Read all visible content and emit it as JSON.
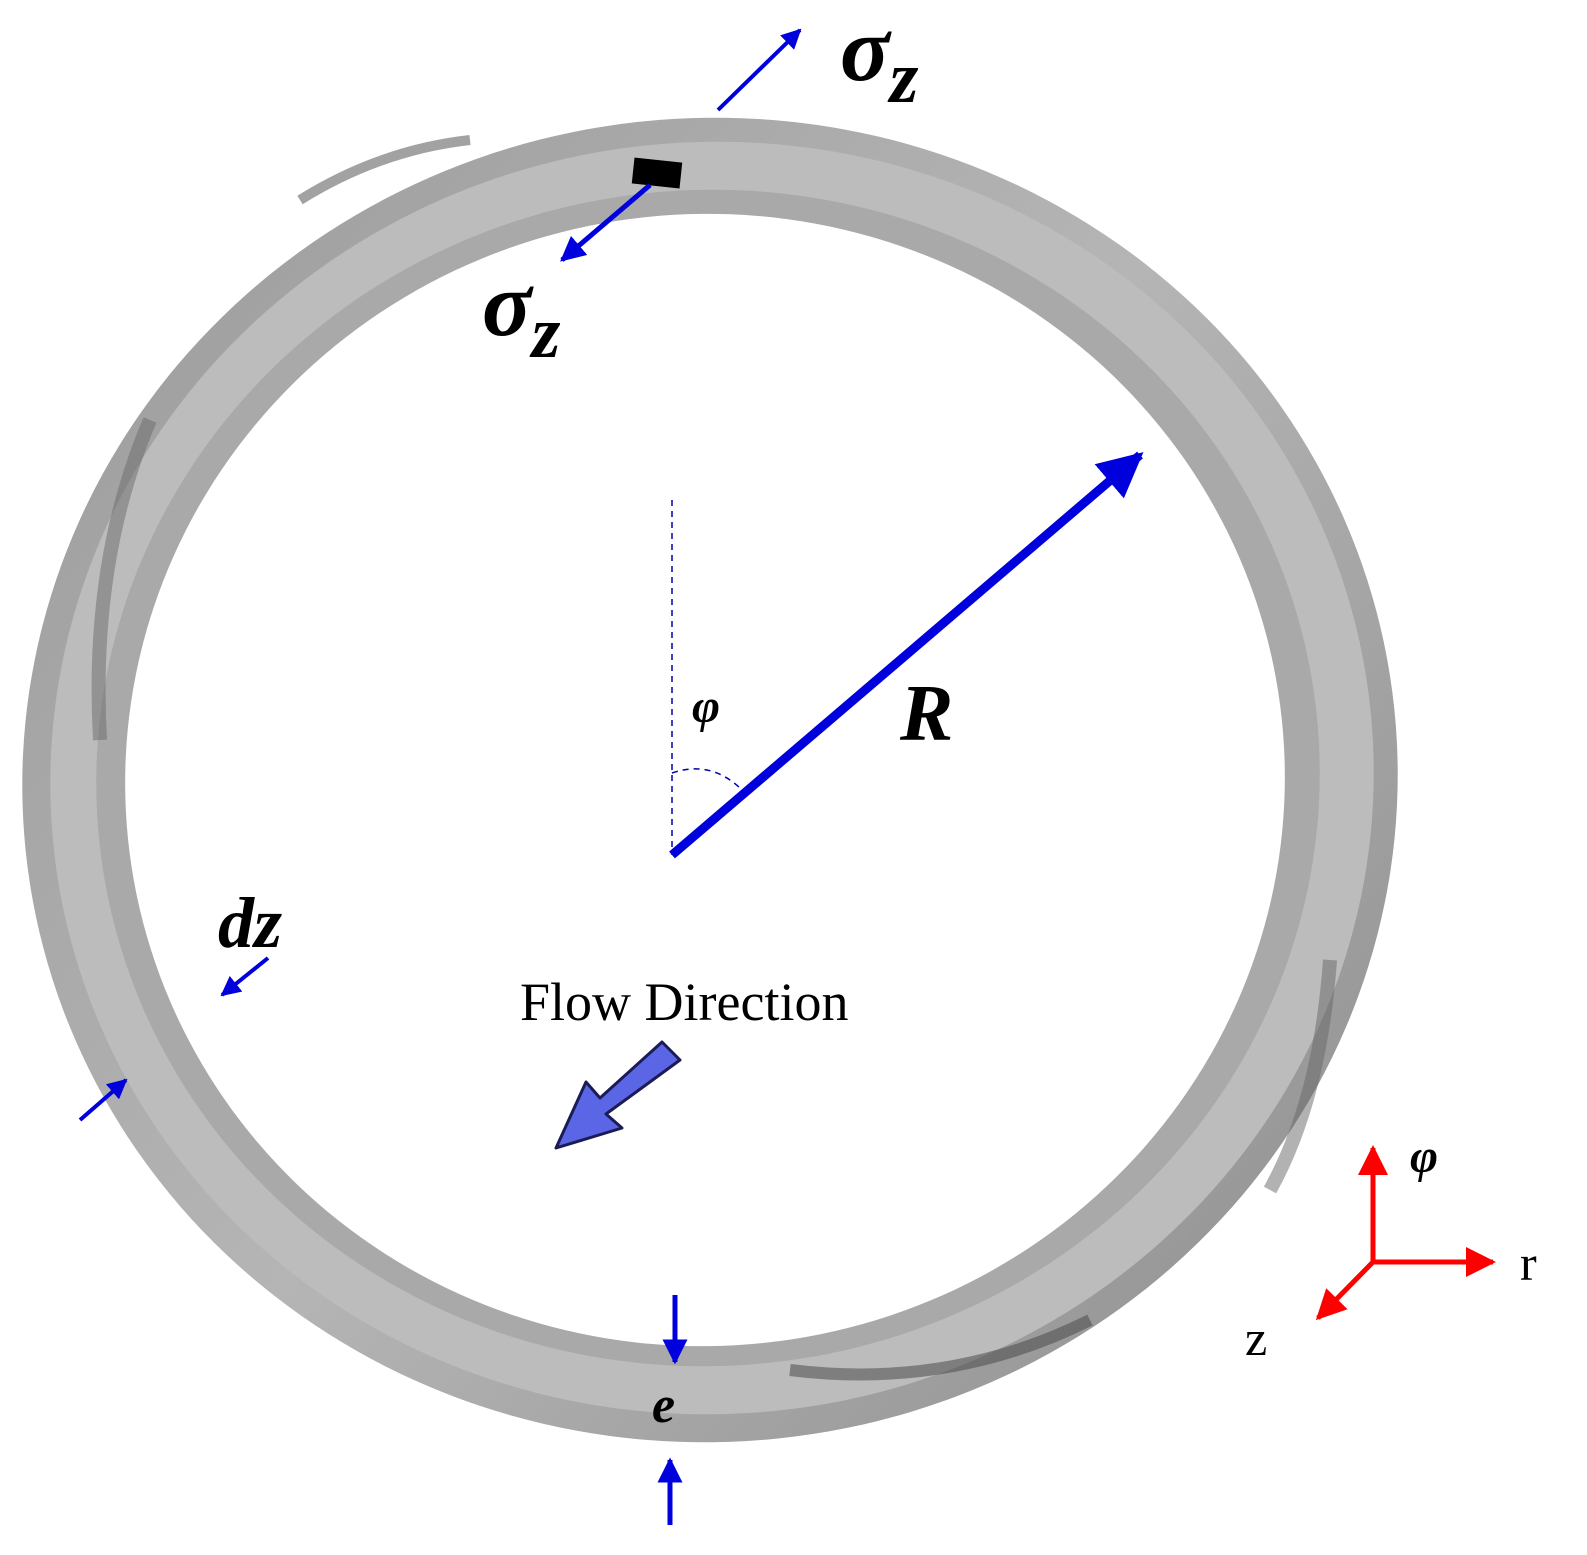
{
  "labels": {
    "sigma_top": "σ",
    "sigma_top_sub": "z",
    "sigma_inner": "σ",
    "sigma_inner_sub": "z",
    "radius": "R",
    "angle": "φ",
    "dz": "dz",
    "thickness": "e",
    "flow": "Flow Direction"
  },
  "axes": {
    "phi": "φ",
    "r": "r",
    "z": "z"
  },
  "colors": {
    "ring_light": "#bdbdbd",
    "ring_mid": "#a6a6a6",
    "ring_dark": "#6e6e6e",
    "vector": "#0000dd",
    "axes": "#ff0000",
    "flow_arrow": "#5b66e6"
  }
}
